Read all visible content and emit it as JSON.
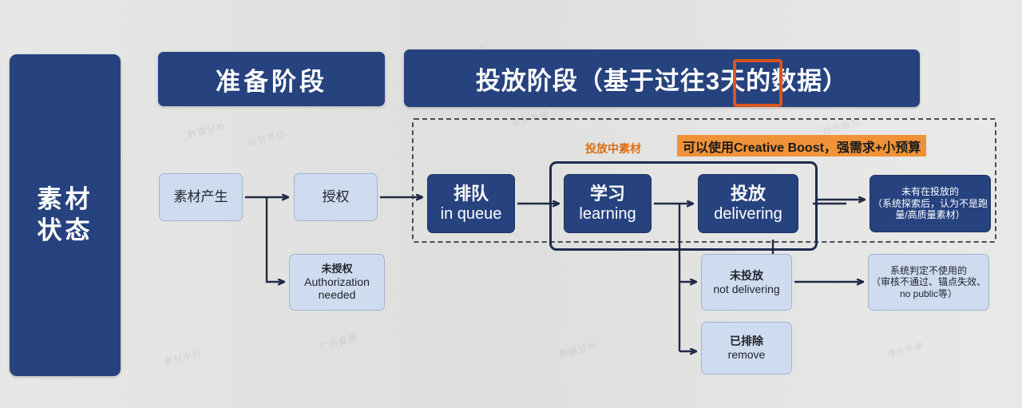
{
  "diagram": {
    "background_color": "#e2e2e0",
    "accent_blue": "#26427f",
    "light_node": "#cfdcef",
    "accent_orange": "#f09238",
    "highlight_orange": "#d9541f"
  },
  "left_panel": {
    "line1": "素材",
    "line2": "状态"
  },
  "headers": {
    "prepare": "准备阶段",
    "deliver_before": "投放阶段（基于过往",
    "deliver_highlight": "3天",
    "deliver_after": "的数据）",
    "deliver_full": "投放阶段（基于过往3天的数据）"
  },
  "annotations": {
    "active_material_label": "投放中素材",
    "boost_banner": "可以使用Creative Boost，强需求+小预算"
  },
  "nodes": {
    "create": {
      "cn": "素材产生",
      "en": ""
    },
    "authorize": {
      "cn": "授权",
      "en": ""
    },
    "no_auth": {
      "cn": "未授权",
      "en": "Authorization needed"
    },
    "in_queue": {
      "cn": "排队",
      "en": "in queue"
    },
    "learning": {
      "cn": "学习",
      "en": "learning"
    },
    "delivering": {
      "cn": "投放",
      "en": "delivering"
    },
    "not_shown": {
      "cn": "未有在投放的",
      "en": "（系统探索后，认为不是跑量/高质量素材）"
    },
    "not_delivering": {
      "cn": "未投放",
      "en": "not delivering"
    },
    "sys_reject": {
      "cn": "系统判定不使用的",
      "en": "（审核不通过、锚点失效、no public等）"
    },
    "removed": {
      "cn": "已排除",
      "en": "remove"
    }
  },
  "watermarks": [
    "数据分析",
    "运营笔记",
    "增长手册",
    "投放研究",
    "素材中台",
    "广告复盘"
  ]
}
